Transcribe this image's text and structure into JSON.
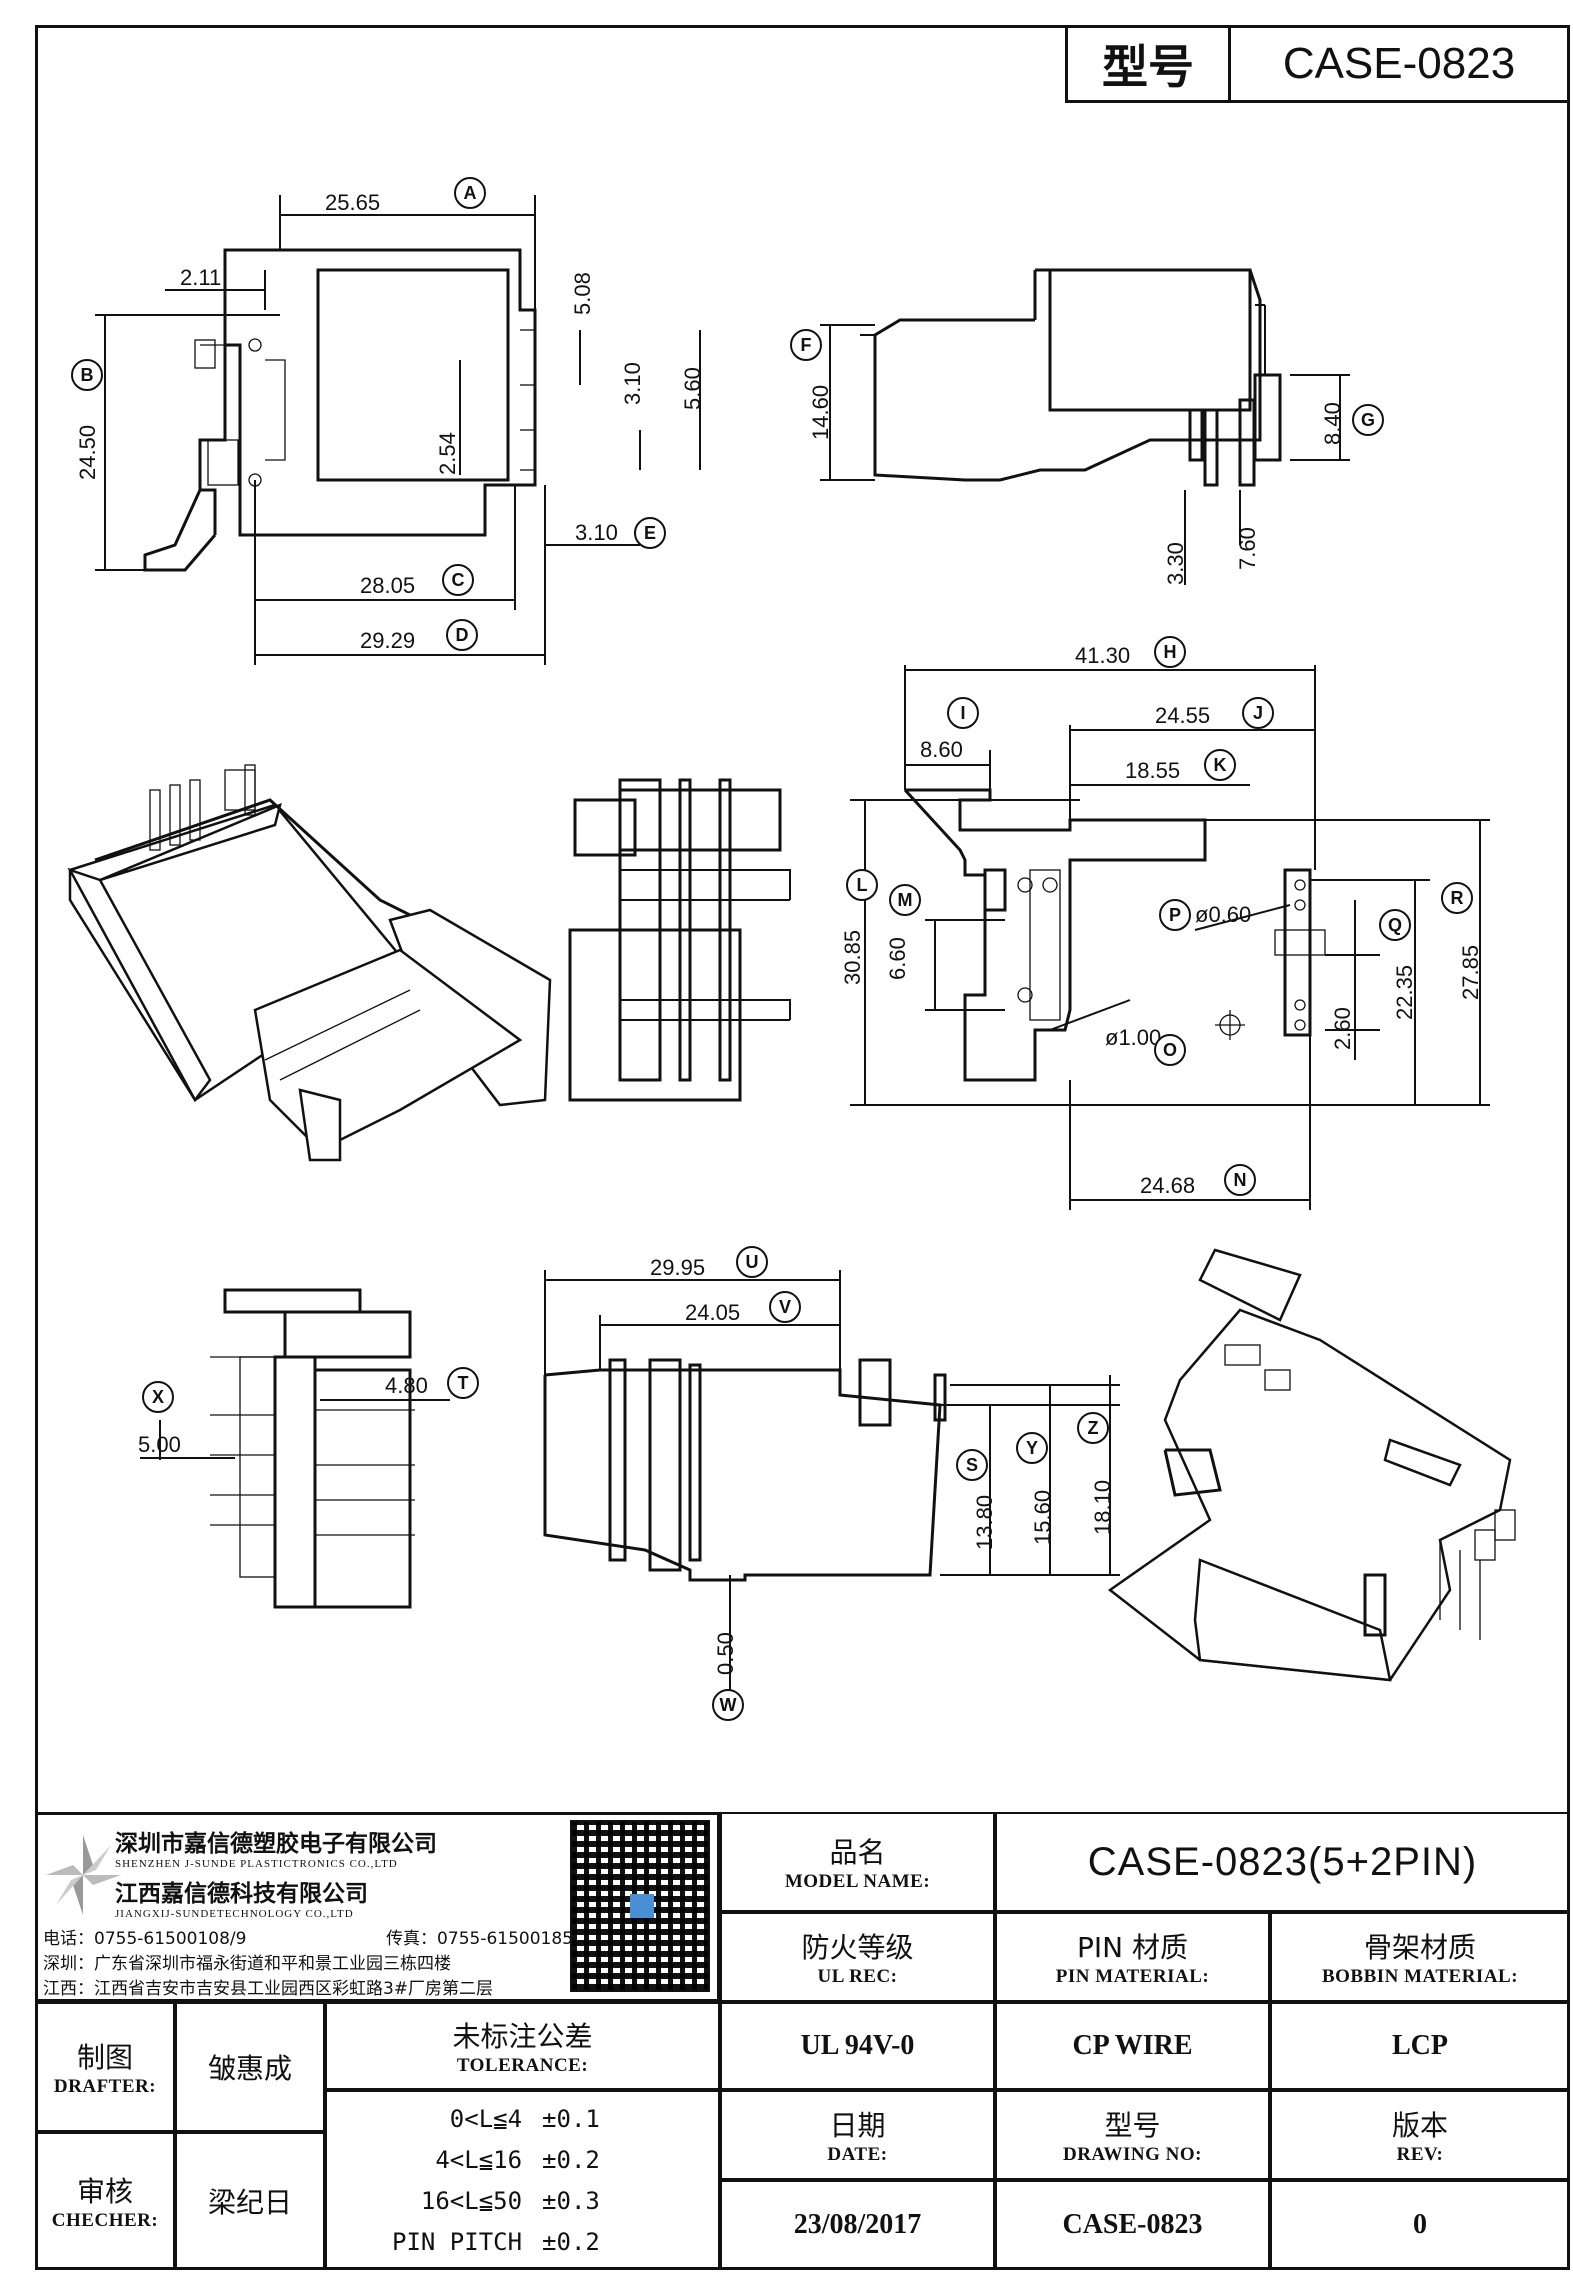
{
  "header": {
    "model_label": "型号",
    "model_value": "CASE-0823"
  },
  "dimensions": {
    "A": "25.65",
    "B": "24.50",
    "C": "28.05",
    "D": "29.29",
    "E": "3.10",
    "F": "14.60",
    "G": "8.40",
    "H": "41.30",
    "I": "8.60",
    "J": "24.55",
    "K": "18.55",
    "L": "30.85",
    "M": "6.60",
    "N": "24.68",
    "O": "ø1.00",
    "P": "ø0.60",
    "Q": "22.35",
    "R": "27.85",
    "S": "13.80",
    "T": "4.80",
    "U": "29.95",
    "V": "24.05",
    "W": "0.50",
    "X": "5.00",
    "Y": "15.60",
    "Z": "18.10",
    "extra": [
      "2.11",
      "5.08",
      "3.10",
      "5.60",
      "2.54",
      "3.30",
      "7.60",
      "2.60"
    ]
  },
  "title_block": {
    "company_cn_1": "深圳市嘉信德塑胶电子有限公司",
    "company_en_1": "SHENZHEN J-SUNDE PLASTICTRONICS CO.,LTD",
    "company_cn_2": "江西嘉信德科技有限公司",
    "company_en_2": "JIANGXIJ-SUNDETECHNOLOGY CO.,LTD",
    "phone": "电话：0755-61500108/9",
    "fax": "传真：0755-61500185",
    "addr_sz": "深圳：广东省深圳市福永街道和平和景工业园三栋四楼",
    "addr_jx": "江西：江西省吉安市吉安县工业园西区彩虹路3#厂房第二层",
    "model_name_cn": "品名",
    "model_name_en": "MODEL NAME:",
    "model_name_value": "CASE-0823(5+2PIN)",
    "ul_cn": "防火等级",
    "ul_en": "UL REC:",
    "ul_value": "UL 94V-0",
    "pin_cn": "PIN 材质",
    "pin_en": "PIN MATERIAL:",
    "pin_value": "CP WIRE",
    "bobbin_cn": "骨架材质",
    "bobbin_en": "BOBBIN MATERIAL:",
    "bobbin_value": "LCP",
    "drafter_cn": "制图",
    "drafter_en": "DRAFTER:",
    "drafter_value": "皱惠成",
    "checker_cn": "审核",
    "checker_en": "CHECHER:",
    "checker_value": "梁纪日",
    "tol_cn": "未标注公差",
    "tol_en": "TOLERANCE:",
    "tolerances": [
      {
        "range": "0<L≦4",
        "value": "±0.1"
      },
      {
        "range": "4<L≦16",
        "value": "±0.2"
      },
      {
        "range": "16<L≦50",
        "value": "±0.3"
      },
      {
        "range": "PIN PITCH",
        "value": "±0.2"
      }
    ],
    "date_cn": "日期",
    "date_en": "DATE:",
    "date_value": "23/08/2017",
    "dwg_cn": "型号",
    "dwg_en": "DRAWING NO:",
    "dwg_value": "CASE-0823",
    "rev_cn": "版本",
    "rev_en": "REV:",
    "rev_value": "0"
  }
}
